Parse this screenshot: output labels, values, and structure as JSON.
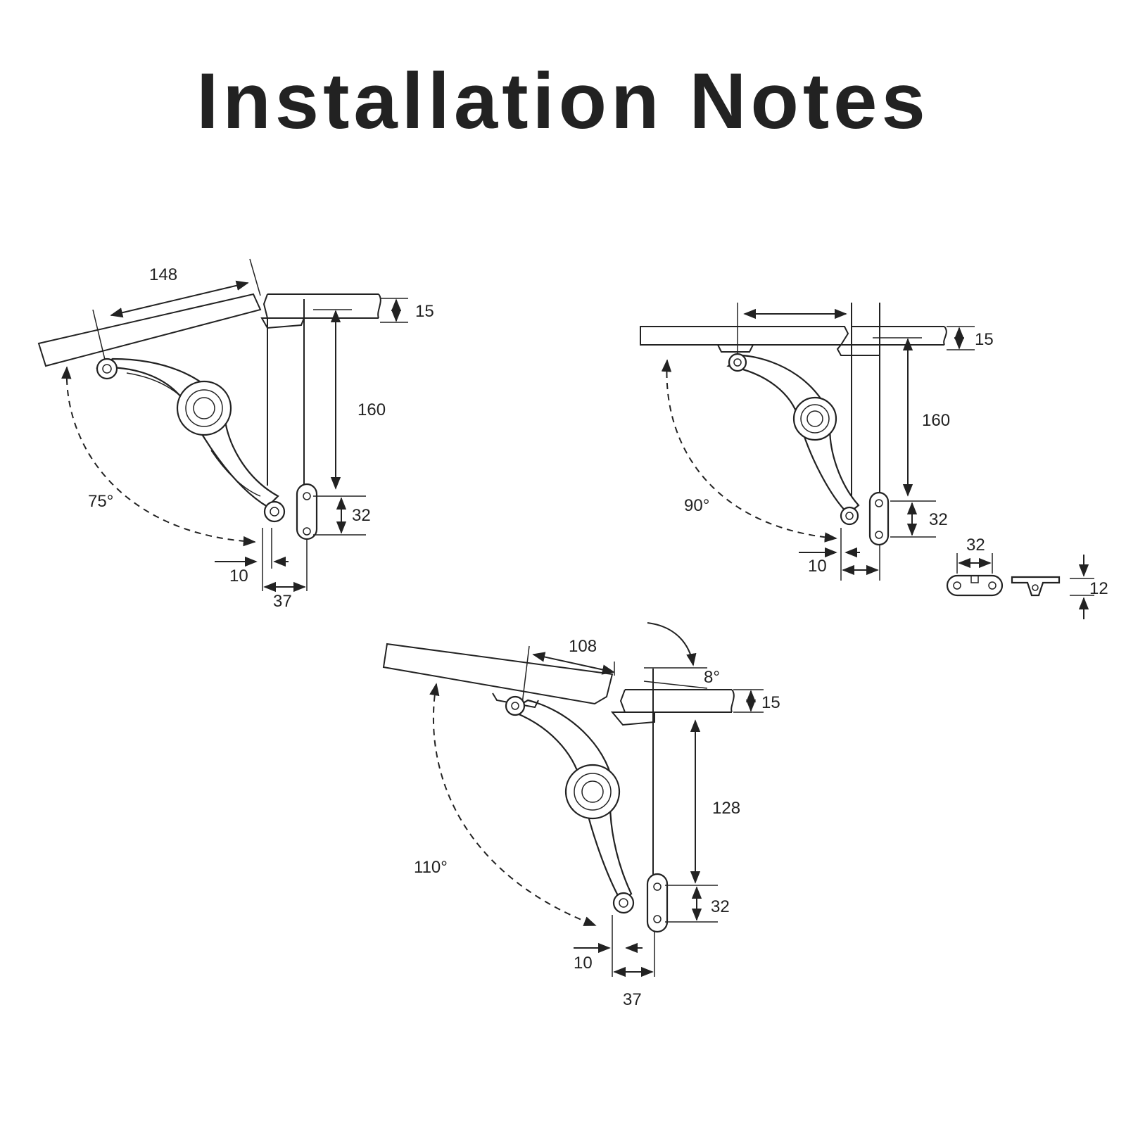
{
  "title": "Installation Notes",
  "colors": {
    "line": "#222222",
    "background": "#ffffff"
  },
  "diagram_75": {
    "angle": "75°",
    "lid_length": "148",
    "panel_thickness": "15",
    "height": "160",
    "plate_spacing": "32",
    "offset": "10",
    "width": "37"
  },
  "diagram_90": {
    "angle": "90°",
    "panel_thickness": "15",
    "height": "160",
    "plate_spacing": "32",
    "offset": "10"
  },
  "detail": {
    "hole_spacing": "32",
    "depth": "12"
  },
  "diagram_110": {
    "angle": "110°",
    "lid_length": "108",
    "tilt_angle": "8°",
    "panel_thickness": "15",
    "height": "128",
    "plate_spacing": "32",
    "offset": "10",
    "width": "37"
  }
}
